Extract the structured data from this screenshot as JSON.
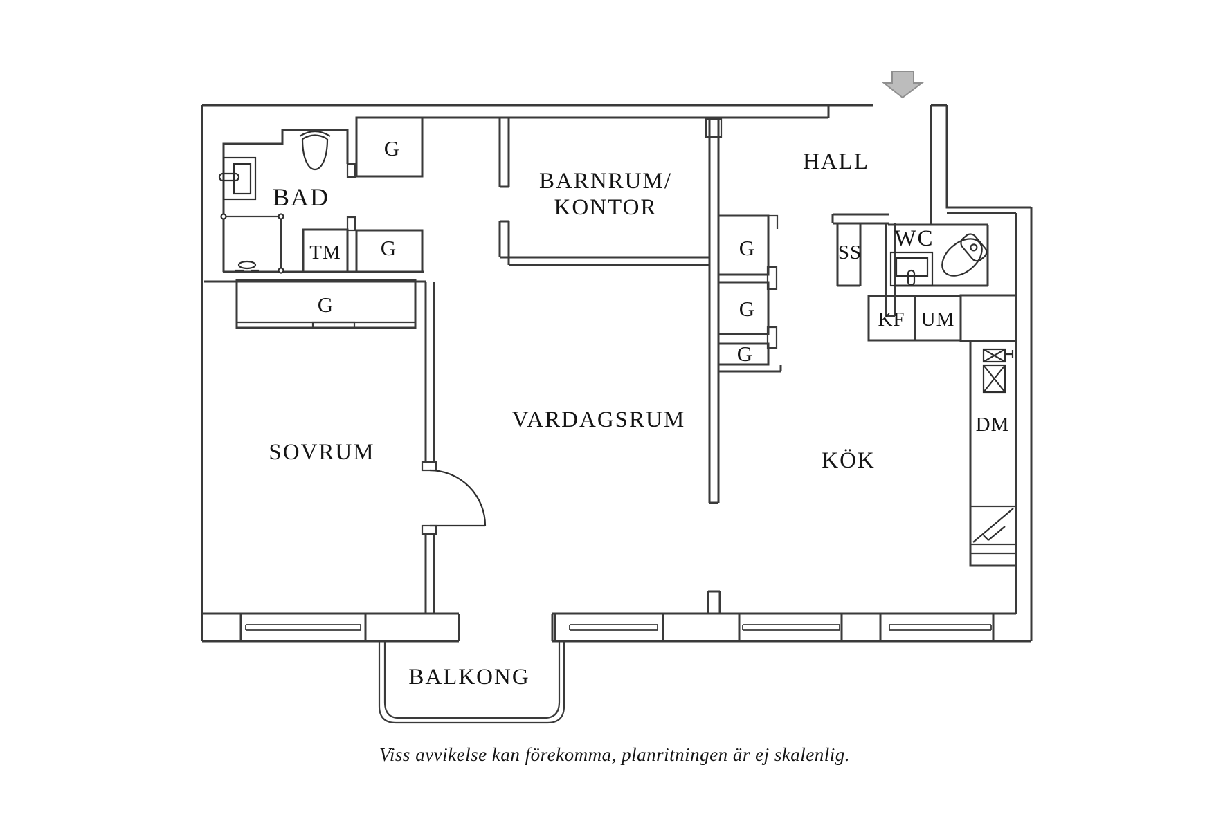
{
  "rooms": {
    "bad": "BAD",
    "sovrum": "SOVRUM",
    "vardagsrum": "VARDAGSRUM",
    "barnrum_line1": "BARNRUM/",
    "barnrum_line2": "KONTOR",
    "hall": "HALL",
    "wc": "WC",
    "kok": "KÖK",
    "balkong": "BALKONG"
  },
  "fixtures": {
    "tm": "TM",
    "ss": "SS",
    "kf": "KF",
    "um": "UM",
    "dm": "DM"
  },
  "g_labels": [
    "G",
    "G",
    "G",
    "G",
    "G",
    "G"
  ],
  "caption": "Viss avvikelse kan förekomma, planritningen är ej skalenlig.",
  "colors": {
    "background": "#ffffff",
    "wall_line": "#3a3a3a",
    "text": "#141414",
    "entrance_arrow_fill": "#bcbcbc",
    "entrance_arrow_stroke": "#8f8f8f"
  }
}
